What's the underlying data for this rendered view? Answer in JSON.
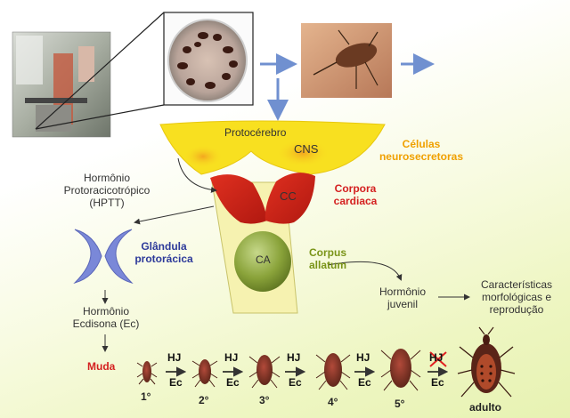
{
  "brain": {
    "protocerebro": "Protocérebro",
    "cns": "CNS",
    "cc": "CC",
    "ca": "CA"
  },
  "labels": {
    "celulas": [
      "Células",
      "neurosecretoras"
    ],
    "corpora": [
      "Corpora",
      "cardiaca"
    ],
    "corpus": [
      "Corpus",
      "allatum"
    ],
    "hptt": [
      "Hormônio",
      "Protoracicotrópico",
      "(HPTT)"
    ],
    "glandula": [
      "Glândula",
      "protorácica"
    ],
    "ecdisona": [
      "Hormônio",
      "Ecdisona (Ec)"
    ],
    "muda": "Muda",
    "juvenil": [
      "Hormônio",
      "juvenil"
    ],
    "caracteristicas": [
      "Características",
      "morfológicas e",
      "reprodução"
    ]
  },
  "stages": {
    "numbers": [
      "1°",
      "2°",
      "3°",
      "4°",
      "5°",
      "adulto"
    ],
    "hj": "HJ",
    "ec": "Ec"
  },
  "colors": {
    "yellow": "#f8e020",
    "orange_label": "#f0a000",
    "red": "#d42020",
    "blue": "#2d3a9a",
    "olive": "#7a9418",
    "arrow_blue": "#7090d0"
  }
}
